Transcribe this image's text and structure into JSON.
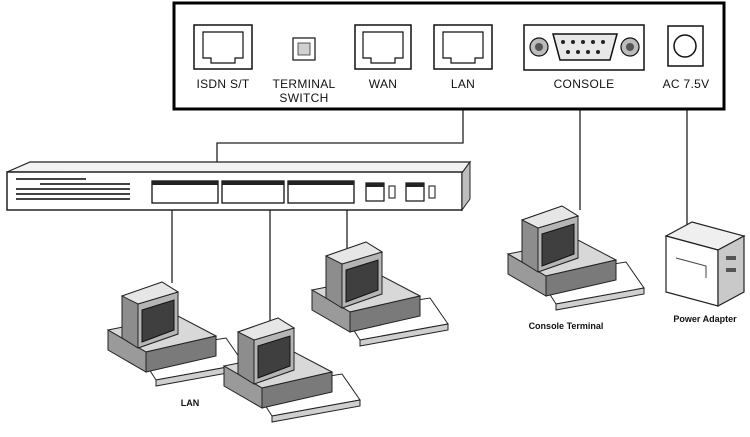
{
  "router_panel": {
    "ports": [
      {
        "id": "isdn",
        "label": "ISDN S/T",
        "icon": "rj45-port-icon"
      },
      {
        "id": "terminal",
        "label": "TERMINAL",
        "label2": "SWITCH",
        "icon": "toggle-switch-icon"
      },
      {
        "id": "wan",
        "label": "WAN",
        "icon": "rj45-port-icon"
      },
      {
        "id": "lan",
        "label": "LAN",
        "icon": "rj45-port-icon"
      },
      {
        "id": "console",
        "label": "CONSOLE",
        "icon": "db9-port-icon"
      },
      {
        "id": "ac",
        "label": "AC 7.5V",
        "icon": "dc-jack-icon"
      }
    ]
  },
  "devices": {
    "hub": {
      "icon": "network-hub-icon"
    },
    "lan_pc_icon": "desktop-computer-icon",
    "console_terminal": {
      "caption": "Console Terminal",
      "icon": "desktop-computer-icon"
    },
    "power_adapter": {
      "caption": "Power Adapter",
      "icon": "power-adapter-icon"
    }
  },
  "lan_caption": "LAN"
}
